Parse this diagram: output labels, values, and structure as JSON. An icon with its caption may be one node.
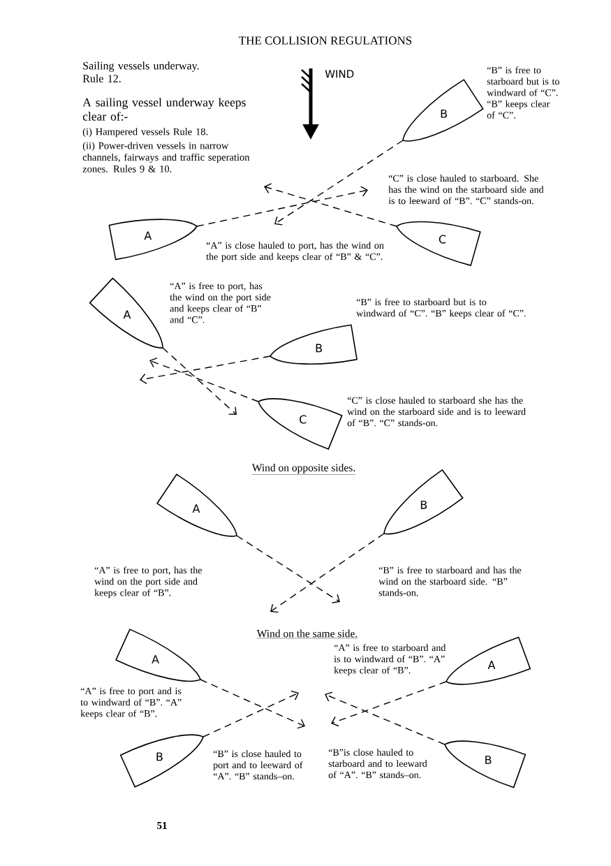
{
  "diagram": {
    "title": "THE COLLISION REGULATIONS",
    "nodes": [
      {
        "text": [
          "B"
        ]
      },
      {
        "text": [
          "A"
        ]
      },
      {
        "text": [
          "C"
        ]
      },
      {
        "text": [
          "A"
        ]
      },
      {
        "text": [
          "B"
        ]
      },
      {
        "text": [
          "C"
        ]
      },
      {
        "text": [
          "A"
        ]
      },
      {
        "text": [
          "B"
        ]
      },
      {
        "text": [
          "A"
        ]
      },
      {
        "text": [
          "A"
        ]
      },
      {
        "text": [
          "B"
        ]
      },
      {
        "text": [
          "B"
        ]
      }
    ],
    "edges": [
      {
        "from": 0,
        "to": null,
        "arrow": "to",
        "style": "dashed"
      },
      {
        "from": 1,
        "to": null,
        "arrow": "to",
        "style": "dashed"
      },
      {
        "from": 2,
        "to": null,
        "arrow": "to",
        "style": "dashed"
      },
      {
        "from": 3,
        "to": null,
        "arrow": "to",
        "style": "dashed"
      },
      {
        "from": 4,
        "to": null,
        "arrow": "to",
        "style": "dashed"
      },
      {
        "from": 5,
        "to": null,
        "arrow": "to",
        "style": "dashed"
      },
      {
        "from": 6,
        "to": null,
        "arrow": "to",
        "style": "dashed"
      },
      {
        "from": 7,
        "to": null,
        "arrow": "to",
        "style": "dashed"
      },
      {
        "from": 8,
        "to": null,
        "arrow": "to",
        "style": "dashed"
      },
      {
        "from": 9,
        "to": null,
        "arrow": "to",
        "style": "dashed"
      },
      {
        "from": 10,
        "to": null,
        "arrow": "to",
        "style": "dashed"
      },
      {
        "from": 11,
        "to": null,
        "arrow": "to",
        "style": "dashed"
      }
    ],
    "labels": [
      "Sailing vessels underway. Rule 12.",
      "WIND",
      "“B” is free to starboard but is to windward of “C”. “B” keeps clear of “C”.",
      "A sailing vessel underway keeps clear of:-",
      "(i) Hampered vessels Rule 18.",
      "(ii) Power-driven vessels in narrow channels, fairways and traffic seperation zones. Rules 9 & 10.",
      "“C” is close hauled to starboard. She has the wind on the starboard side and is to leeward of “B”. “C” stands-on.",
      "“A” is close hauled to port, has the wind on the port side and keeps clear of “B” & “C”.",
      "“A” is free to port, has the wind on the port side and keeps clear of “B” and “C”.",
      "“B” is free to starboard but is to windward of “C”. “B” keeps clear of “C”.",
      "“C” is close hauled to starboard she has the wind on the starboard side and is to leeward of “B”. “C” stands-on.",
      "Wind on opposite sides.",
      "“A” is free to port, has the wind on the port side and keeps clear of “B”.",
      "“B” is free to starboard and has the wind on the starboard side. “B” stands-on.",
      "Wind on the same side.",
      "“A” is free to starboard and is to windward of “B”. “A” keeps clear of “B”.",
      "“A” is free to port and is to windward of “B”. “A” keeps clear of “B”.",
      "“B” is close hauled to port and to leeward of “A”. “B” stands–on.",
      "“B”is close hauled to starboard and to leeward of “A”. “B” stands–on.",
      "51"
    ]
  }
}
